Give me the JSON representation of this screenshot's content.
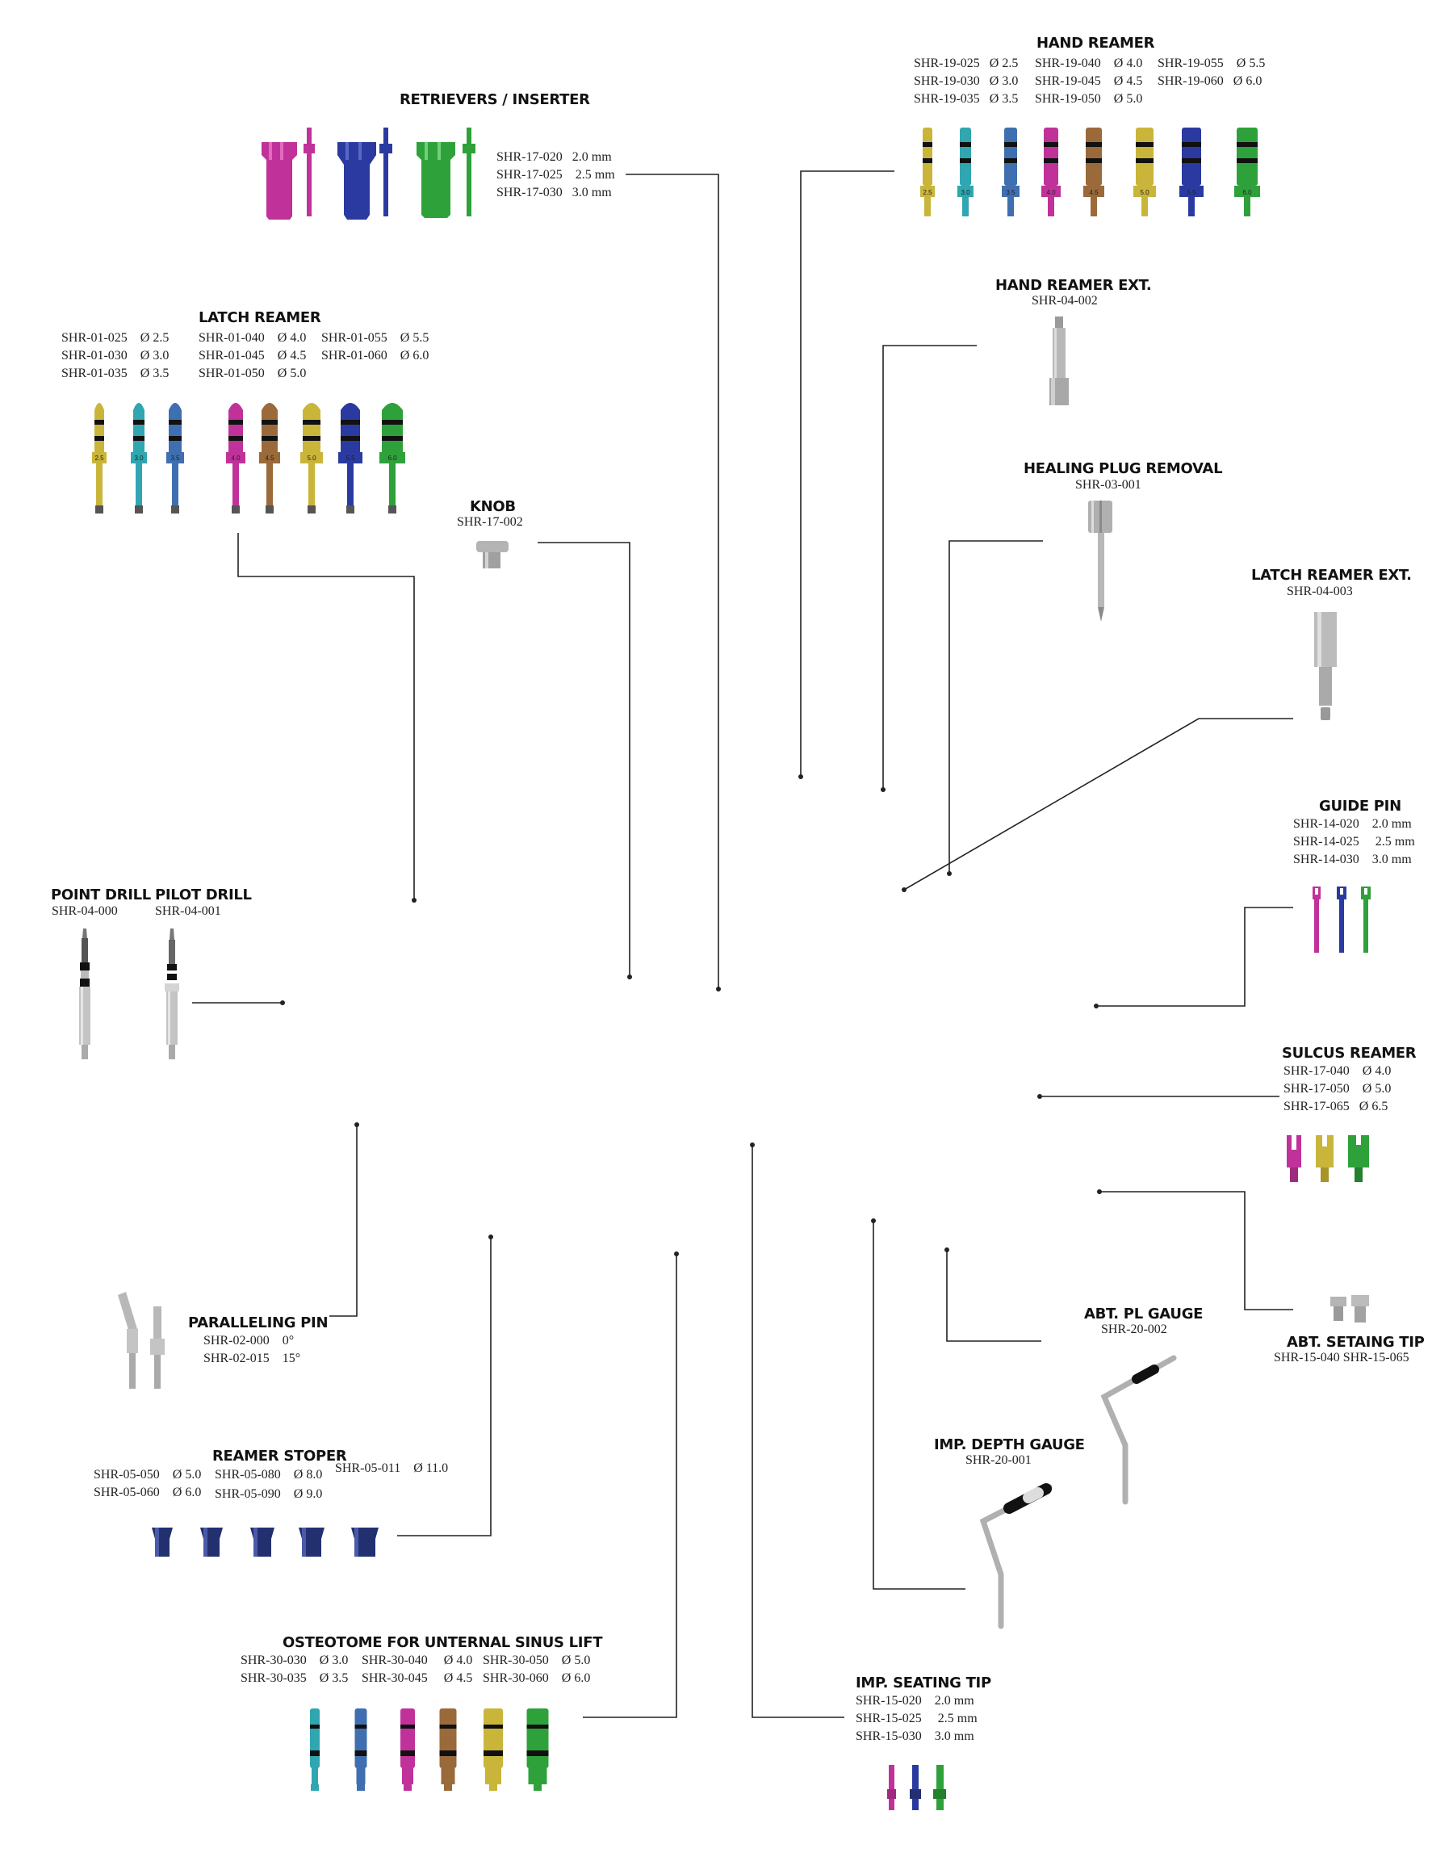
{
  "colors": {
    "line": "#222222",
    "magenta": "#c0329a",
    "blue": "#2b3aa0",
    "green": "#2fa13a",
    "olive": "#c9b53a",
    "teal": "#2fa6b0",
    "steelblue": "#3f6fb0",
    "brown": "#9a6a3a",
    "navy": "#233070",
    "silver": "#b8b8b8",
    "black": "#111111"
  },
  "sections": {
    "retrievers": {
      "title": "RETRIEVERS  / INSERTER",
      "specs": [
        "SHR-17-020   2.0 mm",
        "SHR-17-025    2.5 mm",
        "SHR-17-030   3.0 mm"
      ]
    },
    "hand_reamer": {
      "title": "HAND REAMER",
      "col1": [
        "SHR-19-025   Ø 2.5",
        "SHR-19-030   Ø 3.0",
        "SHR-19-035   Ø 3.5"
      ],
      "col2": [
        "SHR-19-040    Ø 4.0",
        "SHR-19-045    Ø 4.5",
        "SHR-19-050    Ø 5.0"
      ],
      "col3": [
        "SHR-19-055    Ø 5.5",
        "SHR-19-060   Ø 6.0"
      ],
      "tool_labels": [
        "2.5",
        "3.0",
        "3.5",
        "4.0",
        "4.5",
        "5.0",
        "5.5",
        "6.0"
      ]
    },
    "latch_reamer": {
      "title": "LATCH  REAMER",
      "col1": [
        "SHR-01-025    Ø 2.5",
        "SHR-01-030    Ø 3.0",
        "SHR-01-035    Ø 3.5"
      ],
      "col2": [
        "SHR-01-040    Ø 4.0",
        "SHR-01-045    Ø 4.5",
        "SHR-01-050    Ø 5.0"
      ],
      "col3": [
        "SHR-01-055    Ø 5.5",
        "SHR-01-060    Ø 6.0"
      ],
      "tool_labels": [
        "2.5",
        "3.0",
        "3.5",
        "4.0",
        "4.5",
        "5.0",
        "5.5",
        "6.0"
      ]
    },
    "hand_reamer_ext": {
      "title": "HAND REAMER EXT.",
      "code": "SHR-04-002"
    },
    "healing_plug": {
      "title": "HEALING PLUG REMOVAL",
      "code": "SHR-03-001"
    },
    "knob": {
      "title": "KNOB",
      "code": "SHR-17-002"
    },
    "latch_reamer_ext": {
      "title": "LATCH REAMER EXT.",
      "code": "SHR-04-003"
    },
    "guide_pin": {
      "title": "GUIDE PIN",
      "specs": [
        "SHR-14-020    2.0 mm",
        "SHR-14-025     2.5 mm",
        "SHR-14-030    3.0 mm"
      ]
    },
    "point_drill": {
      "title": "POINT DRILL",
      "code": "SHR-04-000"
    },
    "pilot_drill": {
      "title": "PILOT DRILL",
      "code": "SHR-04-001"
    },
    "sulcus_reamer": {
      "title": "SULCUS REAMER",
      "specs": [
        "SHR-17-040    Ø 4.0",
        "SHR-17-050    Ø 5.0",
        "SHR-17-065   Ø 6.5"
      ]
    },
    "paralleling_pin": {
      "title": "PARALLELING PIN",
      "specs": [
        "SHR-02-000    0°",
        "SHR-02-015    15°"
      ]
    },
    "abt_pl_gauge": {
      "title": "ABT. PL GAUGE",
      "code": "SHR-20-002"
    },
    "abt_setaing_tip": {
      "title": "ABT. SETAING TIP",
      "code": "SHR-15-040     SHR-15-065"
    },
    "imp_depth_gauge": {
      "title": "IMP. DEPTH GAUGE",
      "code": "SHR-20-001"
    },
    "reamer_stoper": {
      "title": "REAMER STOPER",
      "col1": [
        "SHR-05-050    Ø 5.0",
        "SHR-05-060    Ø 6.0"
      ],
      "col2": [
        "SHR-05-080    Ø 8.0",
        "SHR-05-090    Ø 9.0"
      ],
      "col3": [
        "SHR-05-011    Ø 11.0"
      ]
    },
    "osteotome": {
      "title": "OSTEOTOME FOR UNTERNAL SINUS LIFT",
      "col1": [
        "SHR-30-030    Ø 3.0",
        "SHR-30-035    Ø 3.5"
      ],
      "col2": [
        "SHR-30-040     Ø 4.0",
        "SHR-30-045     Ø 4.5"
      ],
      "col3": [
        "SHR-30-050    Ø 5.0",
        "SHR-30-060    Ø 6.0"
      ]
    },
    "imp_seating_tip": {
      "title": "IMP. SEATING TIP",
      "specs": [
        "SHR-15-020    2.0 mm",
        "SHR-15-025     2.5 mm",
        "SHR-15-030    3.0 mm"
      ]
    }
  }
}
